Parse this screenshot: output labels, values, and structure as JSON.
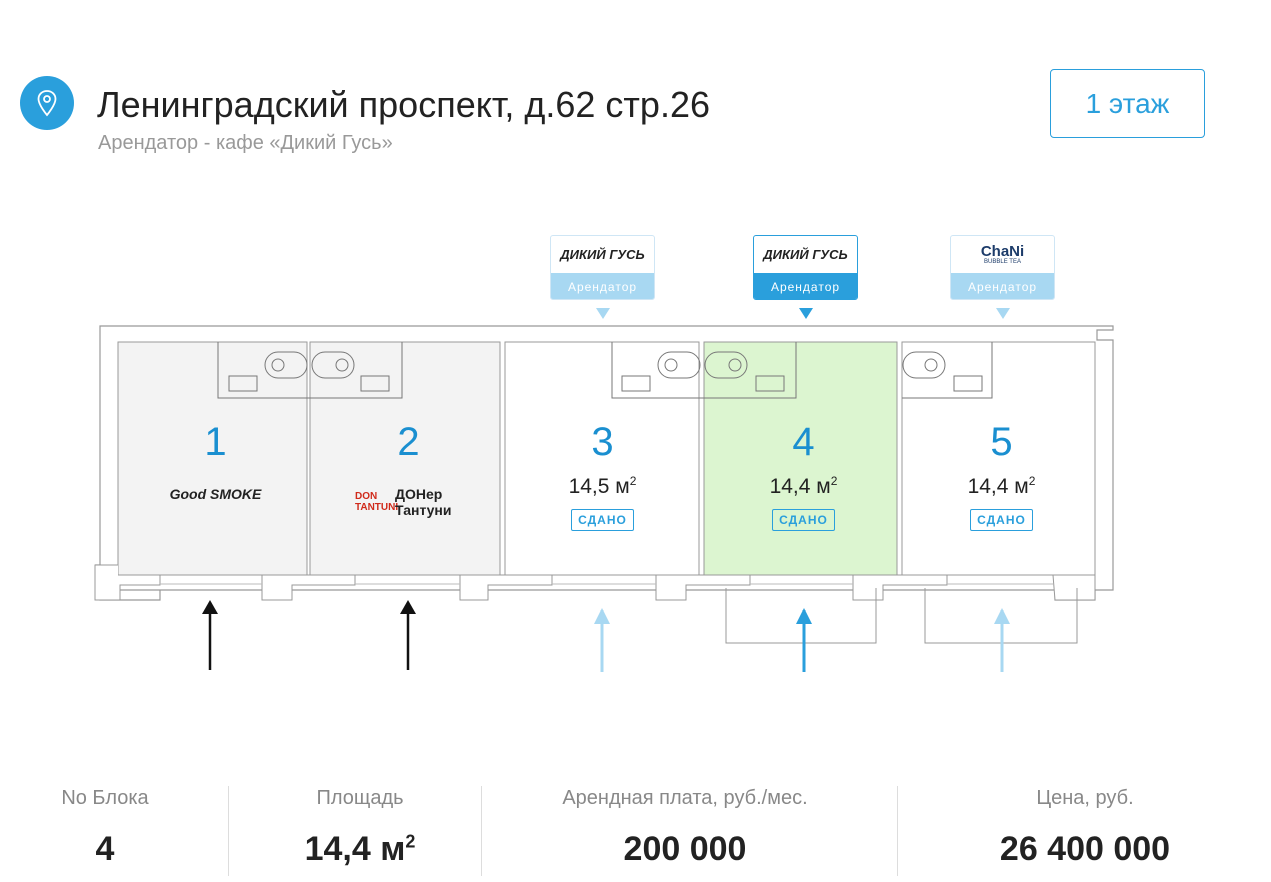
{
  "header": {
    "title": "Ленинградский проспект, д.62 стр.26",
    "subtitle": "Арендатор - кафе «Дикий Гусь»",
    "floor_button": "1 этаж",
    "icon": "location-pin-icon"
  },
  "tenants": [
    {
      "logo": "ДИКИЙ ГУСЬ",
      "label": "Арендатор",
      "active": false,
      "block": 3
    },
    {
      "logo": "ДИКИЙ ГУСЬ",
      "label": "Арендатор",
      "active": true,
      "block": 4
    },
    {
      "logo": "ChaNi",
      "logo_sub": "BUBBLE TEA",
      "label": "Арендатор",
      "active": false,
      "block": 5
    }
  ],
  "blocks": [
    {
      "number": "1",
      "brand": "Good SMOKE",
      "state": "occupied"
    },
    {
      "number": "2",
      "brand_logo": "DON TANTUNI",
      "brand_line1": "ДОНер",
      "brand_line2": "Тантуни",
      "state": "occupied"
    },
    {
      "number": "3",
      "area": "14,5 м",
      "area_sup": "2",
      "status": "СДАНО"
    },
    {
      "number": "4",
      "area": "14,4 м",
      "area_sup": "2",
      "status": "СДАНО",
      "selected": true
    },
    {
      "number": "5",
      "area": "14,4 м",
      "area_sup": "2",
      "status": "СДАНО"
    }
  ],
  "colors": {
    "accent": "#2a9fdc",
    "light_accent": "#a8d8f2",
    "selected_fill": "#dcf5d0",
    "occupied_fill": "#f3f3f3"
  },
  "stats": {
    "block_label": "No Блока",
    "block_value": "4",
    "area_label": "Площадь",
    "area_value": "14,4 м",
    "area_sup": "2",
    "rent_label": "Арендная плата, руб./мес.",
    "rent_value": "200 000",
    "price_label": "Цена, руб.",
    "price_value": "26 400 000"
  }
}
